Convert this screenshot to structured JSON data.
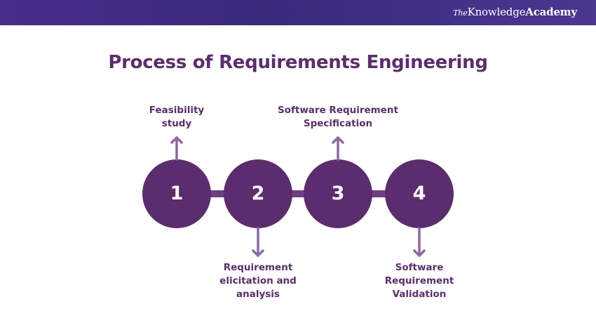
{
  "header": {
    "brand_prefix": "The",
    "brand_middle": "Knowledge",
    "brand_suffix": "Academy"
  },
  "diagram": {
    "title": "Process of Requirements Engineering",
    "steps": [
      {
        "number": "1",
        "label": "Feasibility\nstudy",
        "arrow": "up"
      },
      {
        "number": "2",
        "label": "Requirement\nelicitation and\nanalysis",
        "arrow": "down"
      },
      {
        "number": "3",
        "label": "Software Requirement\nSpecification",
        "arrow": "up"
      },
      {
        "number": "4",
        "label": "Software\nRequirement\nValidation",
        "arrow": "down"
      }
    ],
    "colors": {
      "circle": "#5b2d6e",
      "connector": "#6e3f86",
      "arrow": "#8e67a6",
      "text": "#5b2d6e"
    }
  }
}
